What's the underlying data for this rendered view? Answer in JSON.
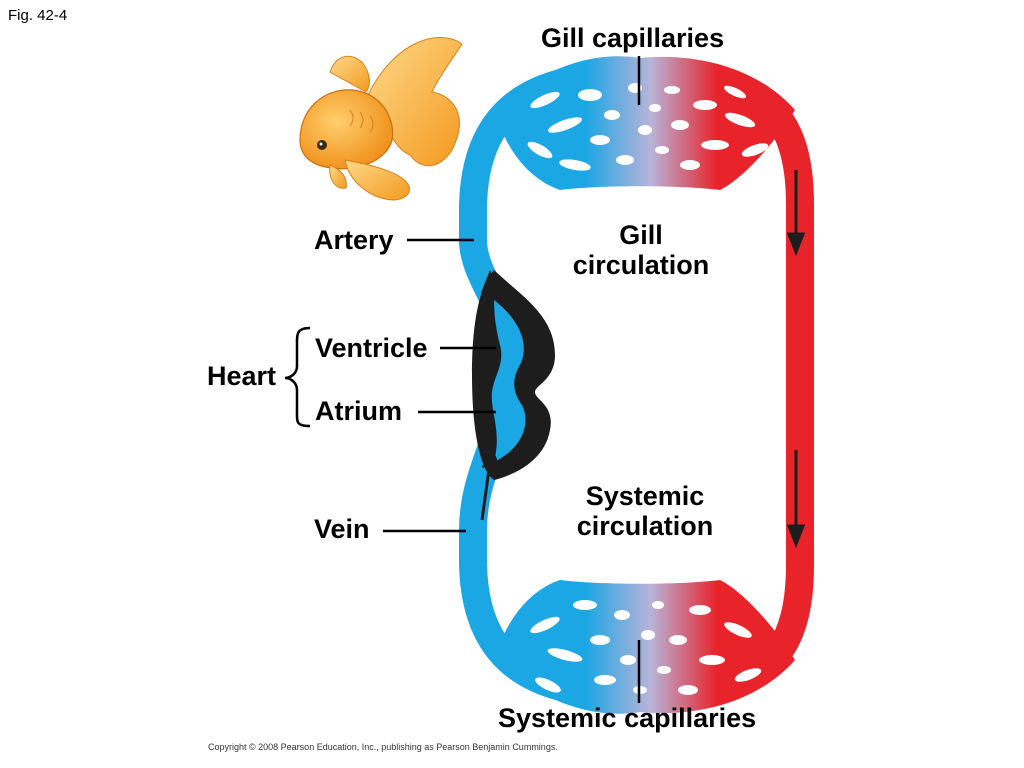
{
  "figure_label": "Fig. 42-4",
  "labels": {
    "gill_capillaries": "Gill capillaries",
    "gill_circulation_line1": "Gill",
    "gill_circulation_line2": "circulation",
    "artery": "Artery",
    "heart": "Heart",
    "ventricle": "Ventricle",
    "atrium": "Atrium",
    "vein": "Vein",
    "systemic_circulation_line1": "Systemic",
    "systemic_circulation_line2": "circulation",
    "systemic_capillaries": "Systemic capillaries"
  },
  "copyright": "Copyright © 2008 Pearson Education, Inc., publishing as Pearson Benjamin Cummings.",
  "colors": {
    "oxygen_poor": "#1aa7e4",
    "oxygen_rich": "#e8232a",
    "capillary_mid": "#b9b3d8",
    "heart": "#1d1d1d",
    "fish": "#f5a623"
  },
  "icons": {
    "fish": "goldfish-illustration",
    "flow_arrow": "arrow-icon"
  }
}
